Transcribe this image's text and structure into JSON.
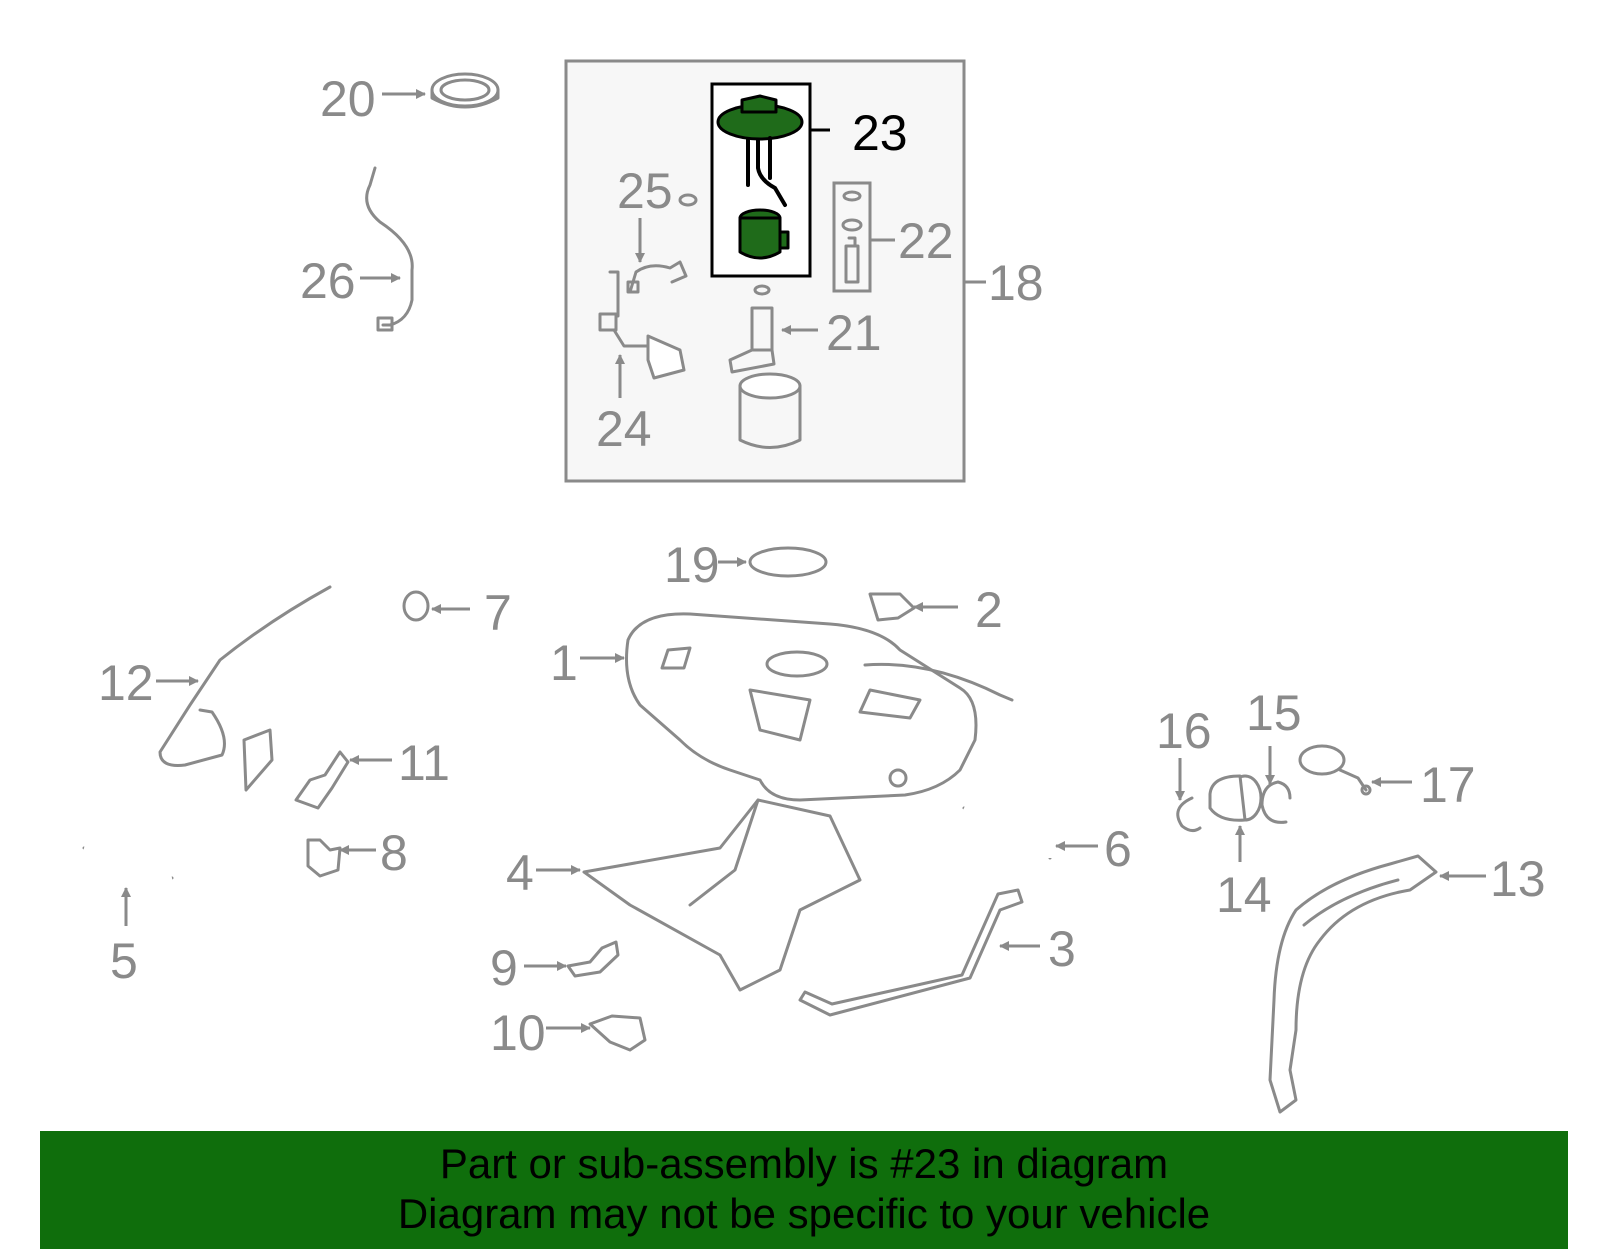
{
  "callouts": {
    "c1": "1",
    "c2": "2",
    "c3": "3",
    "c4": "4",
    "c5": "5",
    "c6": "6",
    "c7": "7",
    "c8": "8",
    "c9": "9",
    "c10": "10",
    "c11": "11",
    "c12": "12",
    "c13": "13",
    "c14": "14",
    "c15": "15",
    "c16": "16",
    "c17": "17",
    "c18": "18",
    "c19": "19",
    "c20": "20",
    "c21": "21",
    "c22": "22",
    "c23": "23",
    "c24": "24",
    "c25": "25",
    "c26": "26"
  },
  "highlight": {
    "part_number": "23",
    "fill_color": "#1f6b1a",
    "outline_color": "#000000"
  },
  "banner": {
    "line1": "Part or sub-assembly is #23 in diagram",
    "line2": "Diagram may not be specific to your vehicle",
    "background": "#0f6e0c"
  }
}
